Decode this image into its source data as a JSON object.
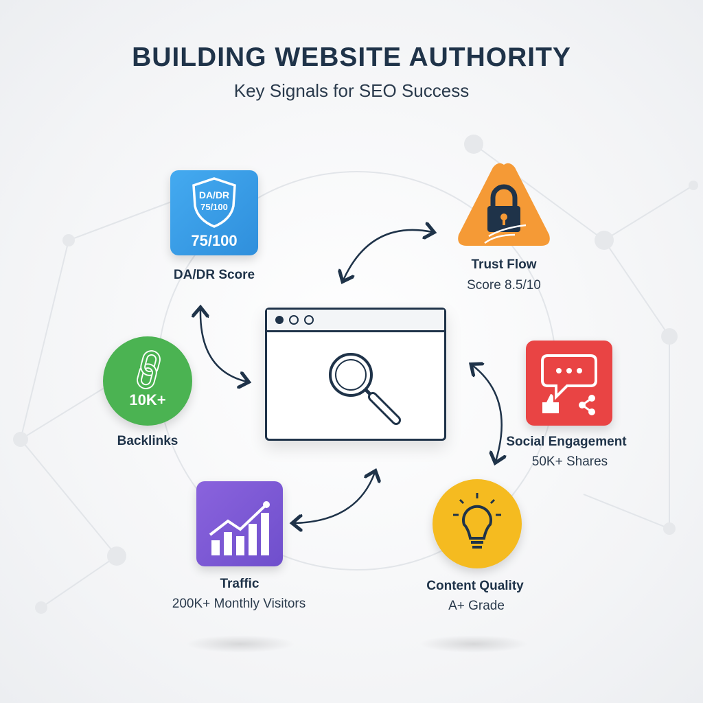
{
  "header": {
    "title": "BUILDING WEBSITE AUTHORITY",
    "subtitle": "Key Signals for SEO Success"
  },
  "signals": {
    "da": {
      "label": "DA/DR Score",
      "shield_line1": "DA/DR",
      "shield_line2": "75/100",
      "value": "75/100",
      "color": "#3aa0e6"
    },
    "trust": {
      "label": "Trust Flow",
      "detail": "Score 8.5/10",
      "color": "#f59a36"
    },
    "backlinks": {
      "label": "Backlinks",
      "value": "10K+",
      "color": "#4bb352"
    },
    "social": {
      "label": "Social Engagement",
      "detail": "50K+ Shares",
      "color": "#e94444"
    },
    "traffic": {
      "label": "Traffic",
      "detail": "200K+ Monthly Visitors",
      "color": "#7e5cd6"
    },
    "content": {
      "label": "Content Quality",
      "detail": "A+ Grade",
      "color": "#f5bb20"
    }
  }
}
